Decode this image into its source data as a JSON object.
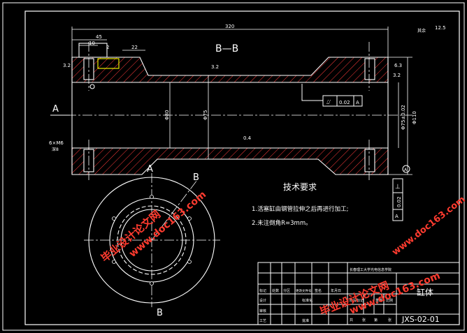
{
  "drawing": {
    "section_label": "B—B",
    "view_label_a": "A",
    "view_label_b": "B",
    "roughness_other": "其余",
    "roughness_other_value": "12.5",
    "roughness_values": [
      "3.2",
      "3.2",
      "6.3",
      "0.4",
      "3.2"
    ],
    "dimensions": {
      "total_length": "320",
      "flange_width": "45",
      "d10": "10",
      "d2": "2",
      "d22": "22",
      "dia_bore": "Φ80",
      "dia_inner": "Φ75",
      "dia_outer": "Φ110",
      "dia_fit": "Φ75±0.02",
      "thread": "6×M6",
      "thread_depth": "深8"
    },
    "tolerance_frames": [
      {
        "symbol": "⌰",
        "value": "0.02",
        "datum": "A"
      },
      {
        "symbol": "⊥",
        "value": "0.02",
        "datum": "A"
      }
    ],
    "datum_marker": "A"
  },
  "tech_requirements": {
    "title": "技术要求",
    "items": [
      "1.活塞缸由钢管拉伸之后再进行加工;",
      "2.未注倒角R=3mm。"
    ]
  },
  "title_block": {
    "school": "长春理工大学光电信息学院",
    "part_name": "缸体",
    "drawing_no": "JXS-02-01",
    "row_labels": [
      "标记",
      "处数",
      "分区",
      "更改文件号",
      "签名",
      "年月日"
    ],
    "left_labels": [
      "设计",
      "审核",
      "工艺"
    ],
    "stage_labels": [
      "阶段标记",
      "重量",
      "比例"
    ],
    "misc": [
      "标准化",
      "批准",
      "共",
      "张",
      "第",
      "张"
    ]
  },
  "watermarks": [
    "毕业设计论文网",
    "www.doc163.com"
  ]
}
